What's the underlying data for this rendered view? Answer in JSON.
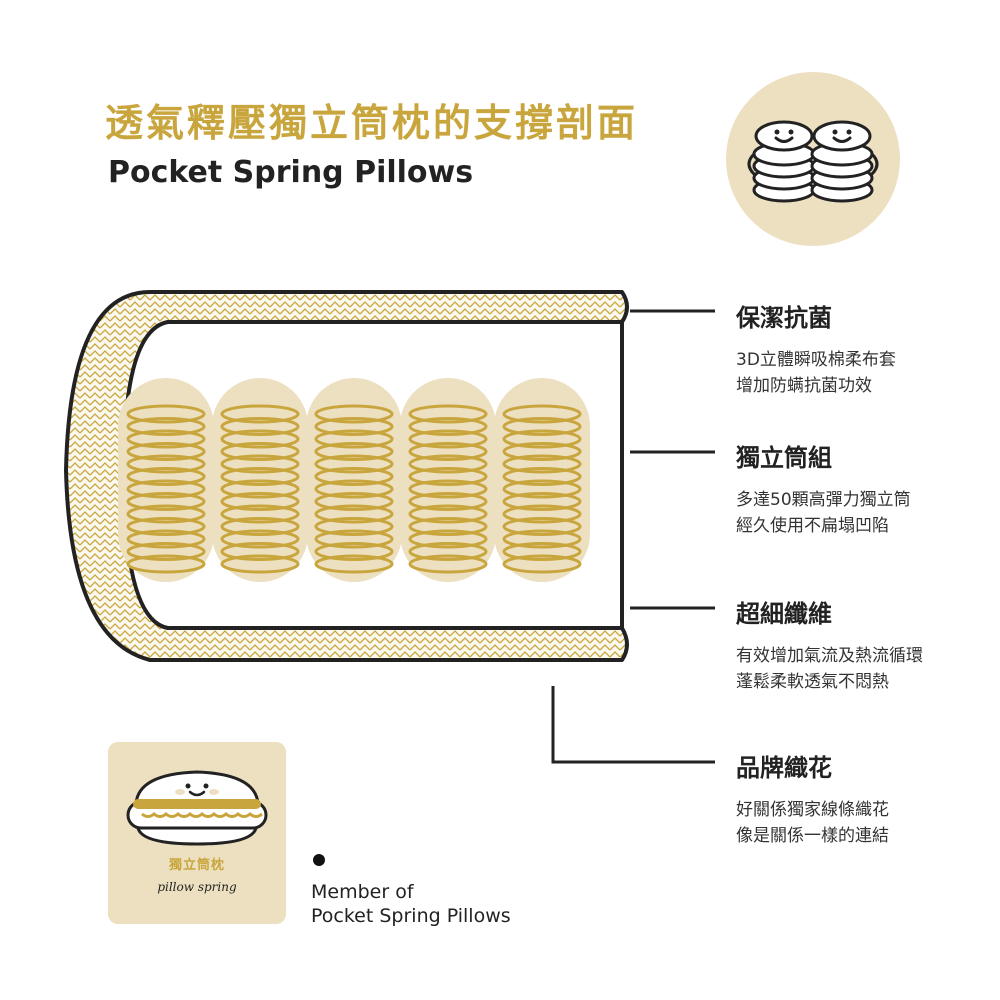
{
  "header": {
    "title_zh": "透氣釋壓獨立筒枕的支撐剖面",
    "title_en": "Pocket Spring Pillows"
  },
  "colors": {
    "gold": "#c9a63d",
    "beige": "#ece0c1",
    "outline": "#222222",
    "text": "#222222"
  },
  "callouts": [
    {
      "title": "保潔抗菌",
      "lines": [
        "3D立體瞬吸棉柔布套",
        "增加防螨抗菌功效"
      ]
    },
    {
      "title": "獨立筒組",
      "lines": [
        "多達50顆高彈力獨立筒",
        "經久使用不扁塌凹陷"
      ]
    },
    {
      "title": "超細纖維",
      "lines": [
        "有效增加氣流及熱流循環",
        "蓬鬆柔軟透氣不悶熱"
      ]
    },
    {
      "title": "品牌織花",
      "lines": [
        "好關係獨家線條織花",
        "像是關係一樣的連結"
      ]
    }
  ],
  "brand_card": {
    "name_zh": "獨立筒枕",
    "name_en": "pillow spring"
  },
  "member": {
    "line1": "Member of",
    "line2": "Pocket Spring Pillows"
  }
}
